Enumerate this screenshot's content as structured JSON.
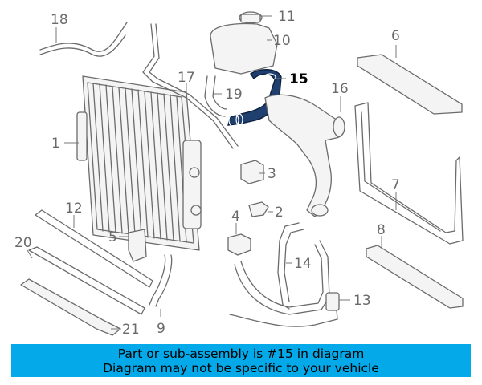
{
  "callouts": {
    "c1": "1",
    "c2": "2",
    "c3": "3",
    "c4": "4",
    "c5": "5",
    "c6": "6",
    "c7": "7",
    "c8": "8",
    "c9": "9",
    "c10": "10",
    "c11": "11",
    "c12": "12",
    "c13": "13",
    "c14": "14",
    "c15": "15",
    "c16": "16",
    "c17": "17",
    "c18": "18",
    "c19": "19",
    "c20": "20",
    "c21": "21"
  },
  "highlight": {
    "part_number": "15",
    "color": "#1f3f6e"
  },
  "banner": {
    "line1": "Part or sub-assembly is #15 in diagram",
    "line2": "Diagram may not be specific to your vehicle",
    "background": "#03a9e8"
  }
}
